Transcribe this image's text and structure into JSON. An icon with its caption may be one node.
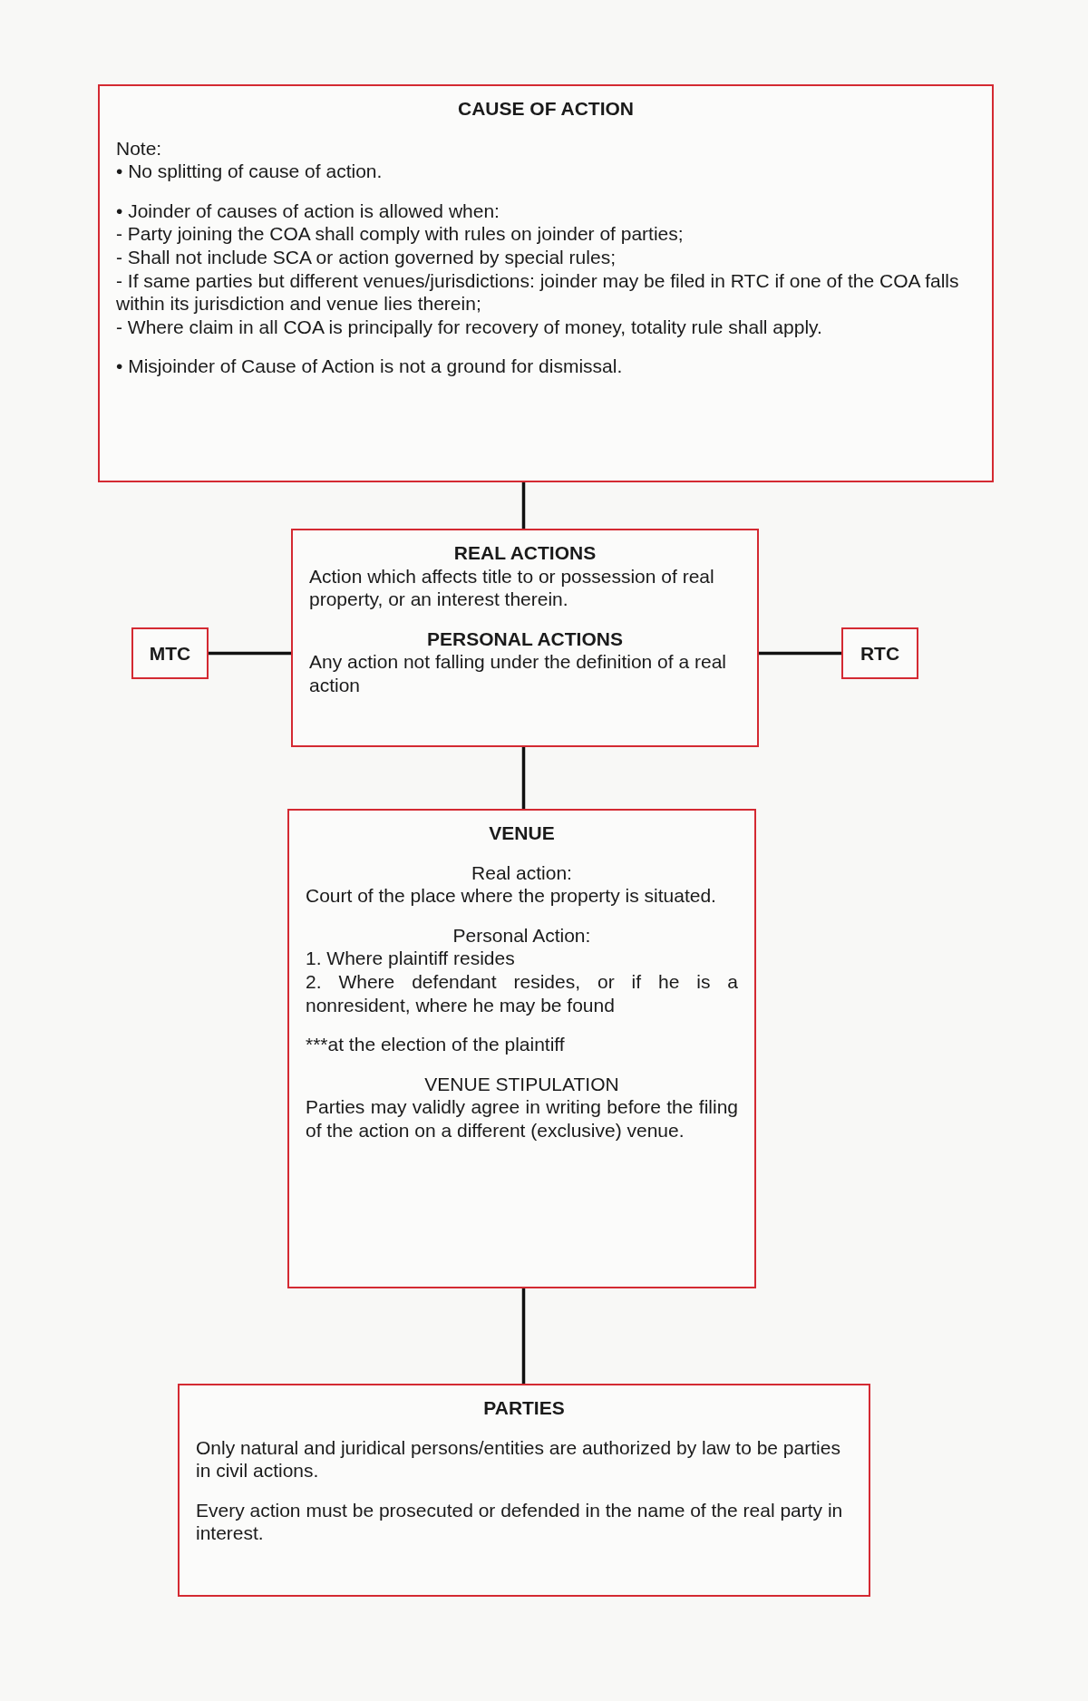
{
  "diagram": {
    "nodes": [
      {
        "text": [
          "CAUSE OF ACTION",
          "Note:",
          "• No splitting of cause of action.",
          "• Joinder of causes of action is allowed when:",
          "- Party joining the COA shall comply with rules on joinder of parties;",
          "- Shall not include SCA or action governed by special rules;",
          "- If same parties but different venues/jurisdictions: joinder may be filed in RTC if one of the COA falls within its jurisdiction and venue lies therein;",
          "- Where claim in all COA is principally for recovery of money, totality rule shall apply.",
          "• Misjoinder of Cause of Action is not a ground for dismissal."
        ]
      },
      {
        "text": [
          "REAL ACTIONS",
          "Action which affects title to or possession of real property, or an interest therein.",
          "PERSONAL ACTIONS",
          "Any action not falling under the definition of a real action"
        ]
      },
      {
        "text": [
          "MTC"
        ]
      },
      {
        "text": [
          "RTC"
        ]
      },
      {
        "text": [
          "VENUE",
          "Real action:",
          "Court of the place where the property is situated.",
          "Personal Action:",
          "1. Where plaintiff resides",
          "2. Where defendant resides, or if he is a nonresident, where he may be found",
          "***at the election of the plaintiff",
          "VENUE STIPULATION",
          "Parties may validly agree in writing before the filing of the action on a different (exclusive) venue."
        ]
      },
      {
        "text": [
          "PARTIES",
          "Only natural and juridical persons/entities are authorized by law to be parties in civil actions.",
          "Every action must be prosecuted or defended in the name of the real party in interest."
        ]
      }
    ],
    "edges": [
      {
        "from": 0,
        "to": 1,
        "arrow": "none"
      },
      {
        "from": 1,
        "to": 2,
        "arrow": "none"
      },
      {
        "from": 1,
        "to": 3,
        "arrow": "none"
      },
      {
        "from": 1,
        "to": 4,
        "arrow": "none"
      },
      {
        "from": 4,
        "to": 5,
        "arrow": "none"
      }
    ]
  }
}
